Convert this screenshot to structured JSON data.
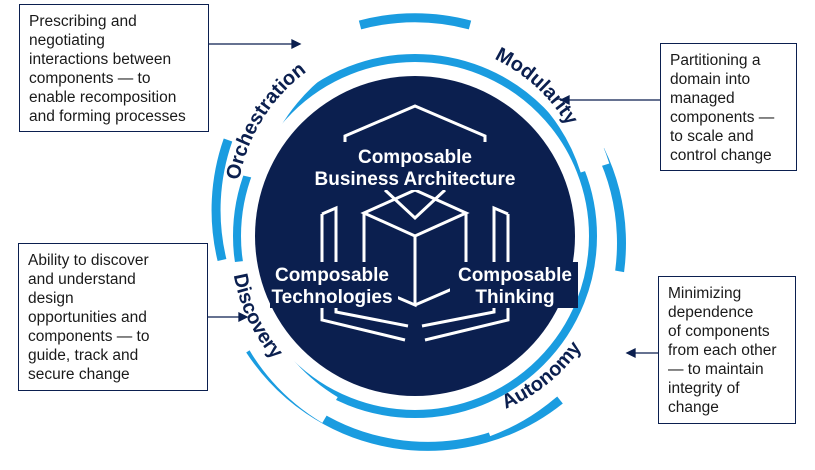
{
  "colors": {
    "navy": "#0b1f4f",
    "ring_blue": "#1a9ce0",
    "text": "#1a1a1a"
  },
  "ring_labels": {
    "orchestration": "Orchestration",
    "modularity": "Modularity",
    "discovery": "Discovery",
    "autonomy": "Autonomy"
  },
  "center": {
    "top_line1": "Composable",
    "top_line2": "Business Architecture",
    "left_line1": "Composable",
    "left_line2": "Technologies",
    "right_line1": "Composable",
    "right_line2": "Thinking"
  },
  "callouts": {
    "orchestration": [
      "Prescribing and",
      "negotiating",
      "interactions between",
      "components — to",
      "enable recomposition",
      "and forming processes"
    ],
    "modularity": [
      "Partitioning a",
      "domain into",
      "managed",
      "components —",
      "to scale and",
      "control change"
    ],
    "discovery": [
      "Ability to discover",
      "and understand",
      "design",
      "opportunities and",
      "components — to",
      "guide, track and",
      "secure change"
    ],
    "autonomy": [
      "Minimizing",
      "dependence",
      "of components",
      "from each other",
      "— to maintain",
      "integrity of",
      "change"
    ]
  }
}
